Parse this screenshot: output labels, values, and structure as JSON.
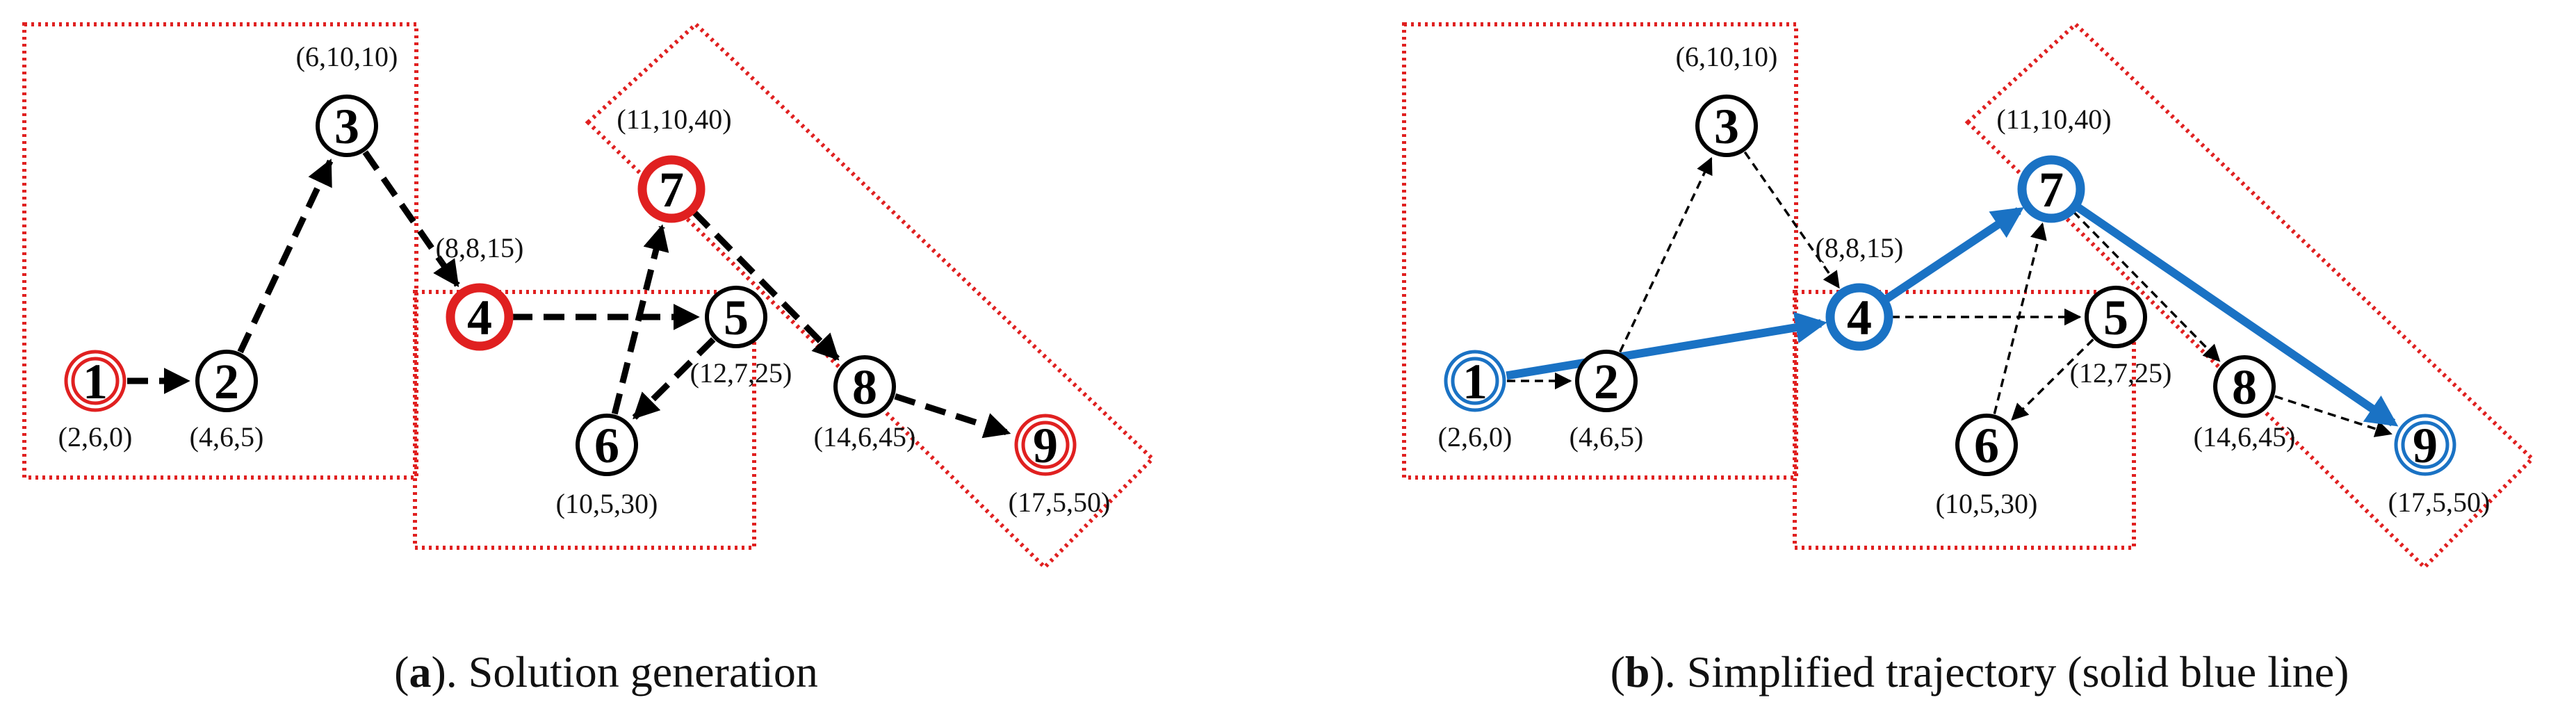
{
  "panels": [
    {
      "id": "a",
      "caption_letter": "a",
      "caption_rest": "). Solution generation",
      "caption_open": "(",
      "nodes": [
        {
          "num": "1",
          "coord": "(2,6,0)",
          "style": "double",
          "color": "#e02020"
        },
        {
          "num": "2",
          "coord": "(4,6,5)",
          "style": "plain",
          "color": "#000000"
        },
        {
          "num": "3",
          "coord": "(6,10,10)",
          "style": "plain",
          "color": "#000000"
        },
        {
          "num": "4",
          "coord": "(8,8,15)",
          "style": "thick",
          "color": "#e02020"
        },
        {
          "num": "5",
          "coord": "(12,7,25)",
          "style": "plain",
          "color": "#000000"
        },
        {
          "num": "6",
          "coord": "(10,5,30)",
          "style": "plain",
          "color": "#000000"
        },
        {
          "num": "7",
          "coord": "(11,10,40)",
          "style": "thick",
          "color": "#e02020"
        },
        {
          "num": "8",
          "coord": "(14,6,45)",
          "style": "plain",
          "color": "#000000"
        },
        {
          "num": "9",
          "coord": "(17,5,50)",
          "style": "double",
          "color": "#e02020"
        }
      ],
      "edges": [
        {
          "from": "1",
          "to": "2",
          "kind": "dashed-heavy"
        },
        {
          "from": "2",
          "to": "3",
          "kind": "dashed-heavy"
        },
        {
          "from": "3",
          "to": "4",
          "kind": "dashed-heavy"
        },
        {
          "from": "4",
          "to": "5",
          "kind": "dashed-heavy"
        },
        {
          "from": "5",
          "to": "6",
          "kind": "dashed-heavy"
        },
        {
          "from": "6",
          "to": "7",
          "kind": "dashed-heavy"
        },
        {
          "from": "7",
          "to": "8",
          "kind": "dashed-heavy"
        },
        {
          "from": "8",
          "to": "9",
          "kind": "dashed-heavy"
        }
      ]
    },
    {
      "id": "b",
      "caption_letter": "b",
      "caption_rest": "). Simplified trajectory (solid blue line)",
      "caption_open": "(",
      "nodes": [
        {
          "num": "1",
          "coord": "(2,6,0)",
          "style": "double",
          "color": "#1a72c4"
        },
        {
          "num": "2",
          "coord": "(4,6,5)",
          "style": "plain",
          "color": "#000000"
        },
        {
          "num": "3",
          "coord": "(6,10,10)",
          "style": "plain",
          "color": "#000000"
        },
        {
          "num": "4",
          "coord": "(8,8,15)",
          "style": "thick",
          "color": "#1a72c4"
        },
        {
          "num": "5",
          "coord": "(12,7,25)",
          "style": "plain",
          "color": "#000000"
        },
        {
          "num": "6",
          "coord": "(10,5,30)",
          "style": "plain",
          "color": "#000000"
        },
        {
          "num": "7",
          "coord": "(11,10,40)",
          "style": "thick",
          "color": "#1a72c4"
        },
        {
          "num": "8",
          "coord": "(14,6,45)",
          "style": "plain",
          "color": "#000000"
        },
        {
          "num": "9",
          "coord": "(17,5,50)",
          "style": "double",
          "color": "#1a72c4"
        }
      ],
      "edges": [
        {
          "from": "1",
          "to": "2",
          "kind": "dashed-thin"
        },
        {
          "from": "2",
          "to": "3",
          "kind": "dashed-thin"
        },
        {
          "from": "3",
          "to": "4",
          "kind": "dashed-thin"
        },
        {
          "from": "4",
          "to": "5",
          "kind": "dashed-thin"
        },
        {
          "from": "5",
          "to": "6",
          "kind": "dashed-thin"
        },
        {
          "from": "6",
          "to": "7",
          "kind": "dashed-thin"
        },
        {
          "from": "7",
          "to": "8",
          "kind": "dashed-thin"
        },
        {
          "from": "8",
          "to": "9",
          "kind": "dashed-thin"
        },
        {
          "from": "1",
          "to": "4",
          "kind": "solid-blue"
        },
        {
          "from": "4",
          "to": "7",
          "kind": "solid-blue"
        },
        {
          "from": "7",
          "to": "9",
          "kind": "solid-blue"
        }
      ]
    }
  ],
  "colors": {
    "highlight_red": "#e02020",
    "trajectory_blue": "#1a72c4",
    "region_box": "#e02020",
    "edge_black": "#000000"
  }
}
